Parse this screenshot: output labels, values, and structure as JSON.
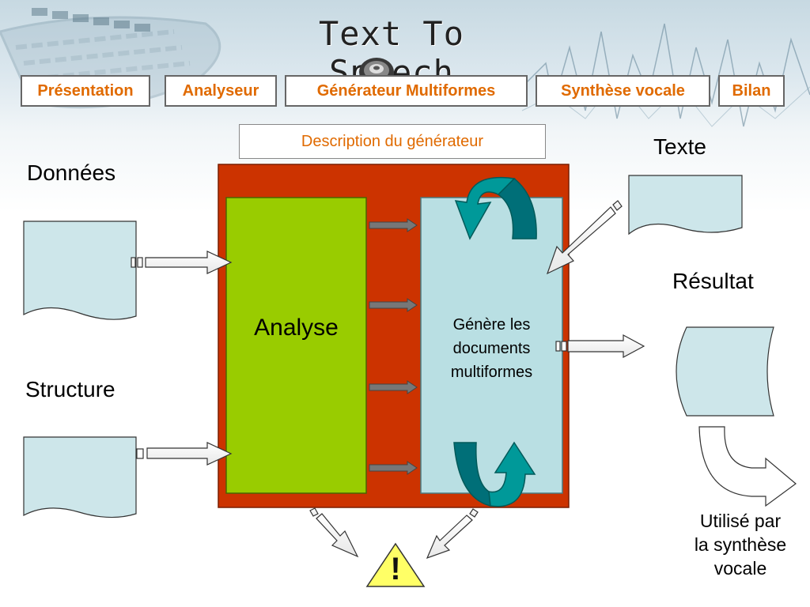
{
  "header": {
    "title": "Text To Speech"
  },
  "nav": {
    "tabs": [
      {
        "label": "Présentation"
      },
      {
        "label": "Analyseur"
      },
      {
        "label": "Générateur Multiformes"
      },
      {
        "label": "Synthèse vocale"
      },
      {
        "label": "Bilan"
      }
    ],
    "description_button": "Description du générateur"
  },
  "diagram": {
    "inputs": {
      "donnees": "Données",
      "structure": "Structure",
      "texte": "Texte"
    },
    "analyse": "Analyse",
    "generator": {
      "line1": "Génère les",
      "line2": "documents",
      "line3": "multiformes"
    },
    "resultat": "Résultat",
    "usage": {
      "line1": "Utilisé par",
      "line2": "la synthèse",
      "line3": "vocale"
    },
    "warning_symbol": "!"
  },
  "colors": {
    "tab_text": "#e06a00",
    "frame": "#cc3300",
    "analyse_box": "#99cc00",
    "generator_box": "#b9dfe3",
    "cycle_arrow": "#008b8b",
    "document": "#cde6ea",
    "warning": "#ffff66"
  }
}
